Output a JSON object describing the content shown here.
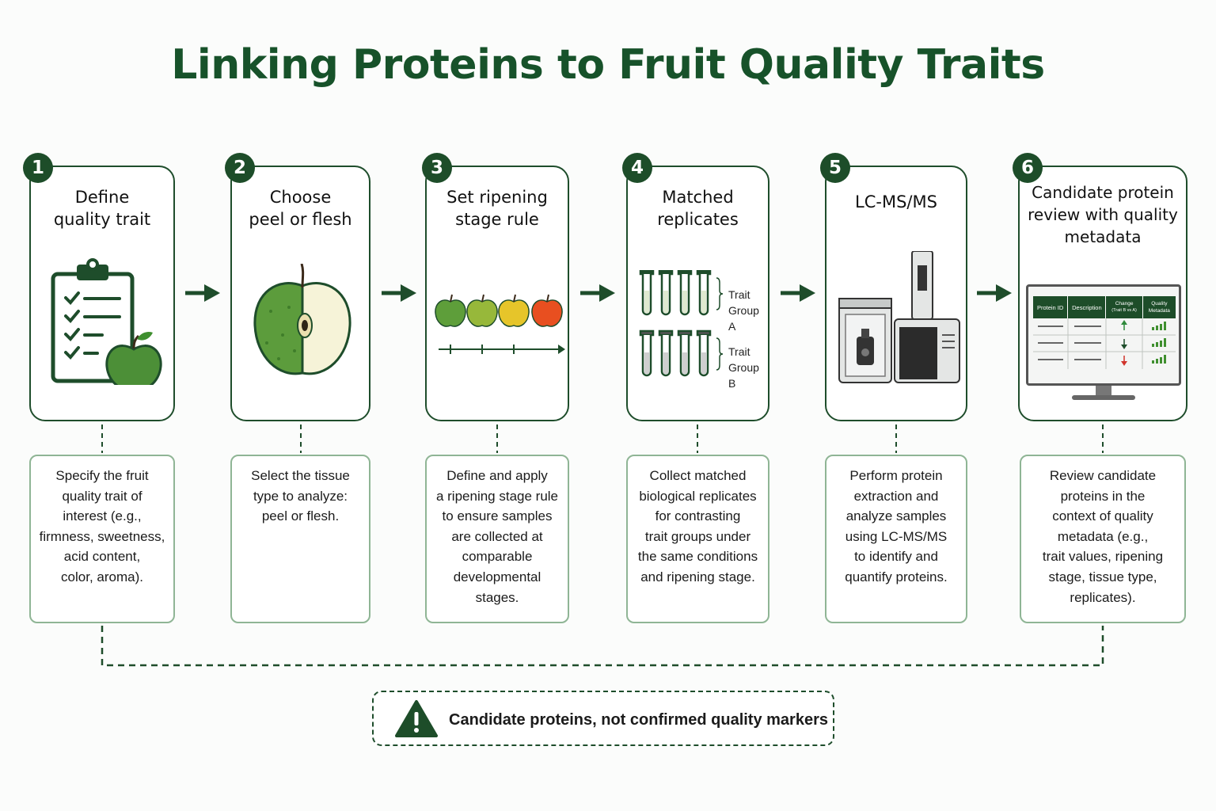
{
  "title": "Linking Proteins to Fruit Quality Traits",
  "colors": {
    "primary": "#1d4d29",
    "desc_border": "#8fb595",
    "up": "#2f8a3c",
    "down": "#d0342c"
  },
  "steps": [
    {
      "number": "1",
      "title_lines": [
        "Define",
        "quality trait"
      ],
      "icon": "clipboard-apple-icon",
      "desc_lines": [
        "Specify the fruit",
        "quality trait of",
        "interest (e.g.,",
        "firmness, sweetness,",
        "acid content,",
        "color, aroma)."
      ]
    },
    {
      "number": "2",
      "title_lines": [
        "Choose",
        "peel or flesh"
      ],
      "icon": "halved-apple-icon",
      "desc_lines": [
        "Select the tissue",
        "type to analyze:",
        "peel or flesh."
      ]
    },
    {
      "number": "3",
      "title_lines": [
        "Set ripening",
        "stage rule"
      ],
      "icon": "ripening-apples-icon",
      "desc_lines": [
        "Define and apply",
        "a ripening stage rule",
        "to ensure samples",
        "are collected at",
        "comparable",
        "developmental",
        "stages."
      ]
    },
    {
      "number": "4",
      "title_lines": [
        "Matched",
        "replicates"
      ],
      "icon": "test-tubes-icon",
      "desc_lines": [
        "Collect matched",
        "biological replicates",
        "for contrasting",
        "trait groups under",
        "the same conditions",
        "and ripening stage."
      ],
      "group_labels": [
        [
          "Trait",
          "Group A"
        ],
        [
          "Trait",
          "Group B"
        ]
      ]
    },
    {
      "number": "5",
      "title_lines": [
        "LC-MS/MS"
      ],
      "icon": "lc-ms-instrument-icon",
      "desc_lines": [
        "Perform protein",
        "extraction and",
        "analyze samples",
        "using LC-MS/MS",
        "to identify and",
        "quantify proteins."
      ]
    },
    {
      "number": "6",
      "title_lines": [
        "Candidate protein",
        "review with quality",
        "metadata"
      ],
      "icon": "monitor-table-icon",
      "desc_lines": [
        "Review candidate",
        "proteins in the",
        "context of quality",
        "metadata (e.g.,",
        "trait values, ripening",
        "stage, tissue type,",
        "replicates)."
      ],
      "table_headers": [
        [
          "Protein ID"
        ],
        [
          "Description"
        ],
        [
          "Change",
          "(Trait B vs A)"
        ],
        [
          "Quality",
          "Metadata"
        ]
      ]
    }
  ],
  "note": "Candidate proteins, not confirmed quality markers"
}
